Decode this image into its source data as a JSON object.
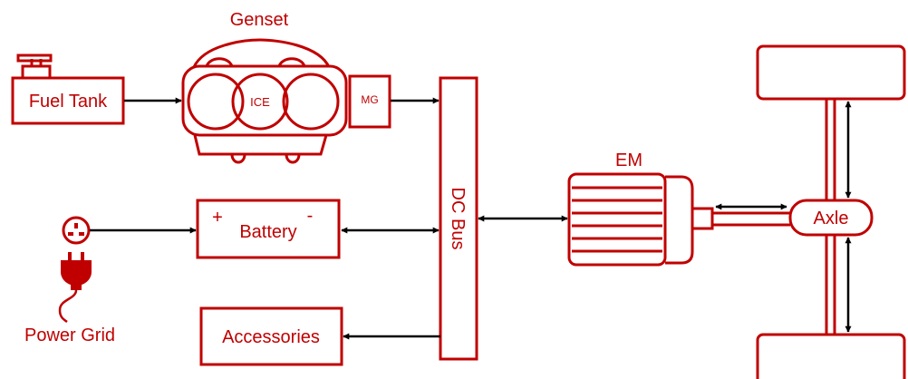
{
  "labels": {
    "genset": "Genset",
    "fuel_tank": "Fuel Tank",
    "ice": "ICE",
    "mg": "MG",
    "dc_bus": "DC Bus",
    "em": "EM",
    "battery": "Battery",
    "battery_plus": "+",
    "battery_minus": "-",
    "accessories": "Accessories",
    "power_grid": "Power Grid",
    "axle": "Axle"
  },
  "colors": {
    "primary": "#c00000",
    "arrow": "#000000",
    "background": "#ffffff"
  },
  "icons": {
    "fuel_tank": "fuel-can-icon",
    "engine": "engine-icon",
    "grid": "power-outlet-icon",
    "plug": "plug-icon",
    "motor": "electric-motor-icon",
    "wheel": "wheel-icon"
  }
}
